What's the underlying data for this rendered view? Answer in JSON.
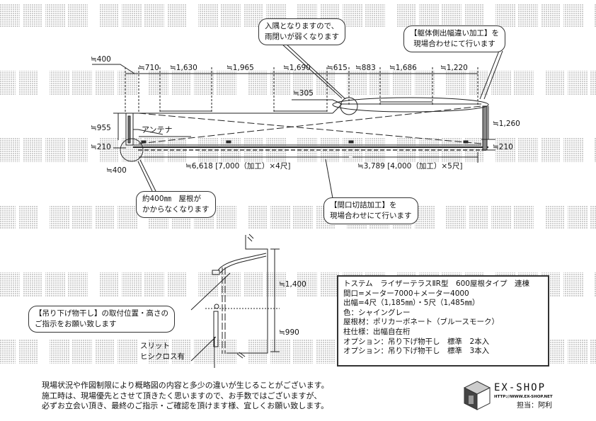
{
  "watermark": "転載禁止",
  "plan": {
    "dims_top": [
      "≒710",
      "≒1,630",
      "≒1,965",
      "≒1,690",
      "≒615",
      "≒883",
      "≒1,686",
      "≒1,220"
    ],
    "dim_400_top": "≒400",
    "dim_400_bottom": "≒400",
    "dim_305": "≒305",
    "dim_955": "≒955",
    "dim_210_left": "≒210",
    "dim_1260": "≒1,260",
    "dim_210_right": "≒210",
    "antenna": "アンテナ",
    "width_left": "≒6,618 [7,000（加工）×4尺]",
    "width_right": "≒3,789 [4,000（加工）×5尺]"
  },
  "callouts": {
    "inner_corner": [
      "入隅となりますので、",
      "雨閉いが弱くなります"
    ],
    "body_side": [
      "【躯体側出幅違い加工】を",
      "現場合わせにて行います"
    ],
    "roof_none": [
      "約400㎜　屋根が",
      "かからなくなります"
    ],
    "frontage_cut": [
      "【間口切詰加工】を",
      "現場合わせにて行います"
    ],
    "hanging_dryer": [
      "【吊り下げ物干し】の取付位置・高さの",
      "ご指示をお願い致します"
    ]
  },
  "section": {
    "dim_1400": "≒1,400",
    "dim_990": "≒990",
    "slit_label": [
      "スリット",
      "ヒシクロス有"
    ]
  },
  "spec": [
    "トステム　ライザーテラスⅡR型　600屋根タイプ　連棟",
    "間口=メーター7000＋メーター4000",
    "出幅=4尺（1,185㎜）・5尺（1,485㎜）",
    "色：シャイングレー",
    "屋根材：ポリカーボネート（ブルースモーク）",
    "柱仕様：出幅自在桁",
    "オプション：吊り下げ物干し　標準　2本入",
    "オプション：吊り下げ物干し　標準　3本入"
  ],
  "notes": [
    "現場状況や作図制限により概略図の内容と多少の違いが生じることがございます。",
    "施工時は、現場優先とさせて頂きたく思いますので、お手数ではございますが、",
    "必ずお立会い頂き、最終のご指示・ご確認を頂けます様、宜しくお願い致します。"
  ],
  "logo": {
    "name": "EX-SHOP",
    "url": "HTTP://WWW.EX-SHOP.NET",
    "staff": "担当：阿利"
  }
}
